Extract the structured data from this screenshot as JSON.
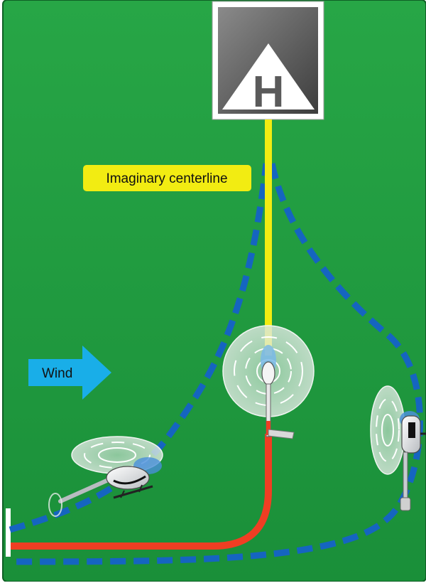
{
  "labels": {
    "centerline": "Imaginary centerline",
    "wind": "Wind",
    "helipad_letter": "H"
  },
  "colors": {
    "background": "#1f9a3f",
    "centerline": "#f2ec12",
    "ground_track": "#ef3e23",
    "flight_path": "#1565c0",
    "wind_arrow": "#19aee8",
    "label_bg": "#f2ec12"
  },
  "icons": [
    "helipad-icon",
    "wind-arrow-icon",
    "helicopter-icon"
  ]
}
